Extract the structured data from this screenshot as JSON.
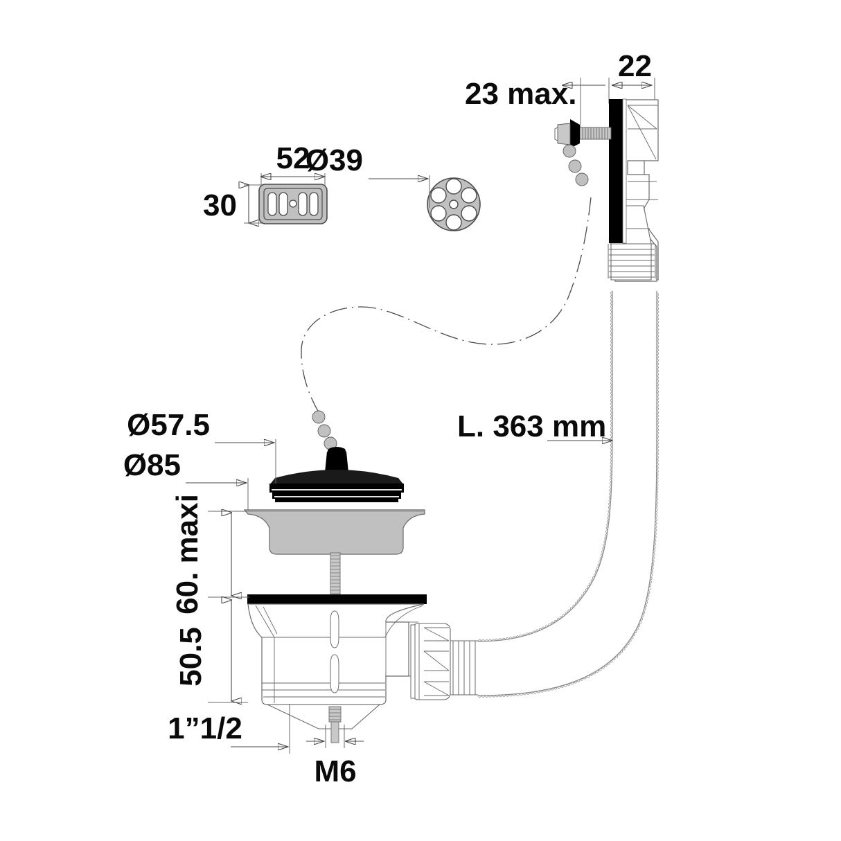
{
  "drawing": {
    "title": "Sink waste strainer with overflow assembly technical drawing",
    "background_color": "#ffffff",
    "line_color": "#5a5a5a",
    "dark_line_color": "#1a1a1a",
    "fill_grey": "#c0c0c0",
    "fill_black": "#000000",
    "units": "mm"
  },
  "dimensions": {
    "grate_width": "52",
    "grate_height": "30",
    "filter_disc_diameter": "Ø39",
    "overflow_clearance": "23 max.",
    "overflow_thickness": "22",
    "plug_top_diameter": "Ø57.5",
    "plug_flange_diameter": "Ø85",
    "hose_length": "L. 363 mm",
    "strainer_height_max": "60. maxi",
    "body_height": "50.5",
    "outlet_thread": "1”1/2",
    "bolt_thread": "M6"
  },
  "parts": {
    "rect_grate": "rectangular-grate-52x30",
    "filter_disc": "round-filter-disc-d39",
    "overflow_fitting": "overflow-fitting",
    "overflow_screw": "overflow-screw",
    "bead_chain": "bead-chain",
    "chain_path": "chain-dash-dot-path",
    "plug": "rubber-plug",
    "strainer_basket": "strainer-basket",
    "seal_washer": "seal-washer",
    "waste_body": "waste-body",
    "hose_nut": "hose-nut",
    "corrugated_hose": "corrugated-overflow-hose",
    "m6_bolt": "m6-bolt"
  }
}
